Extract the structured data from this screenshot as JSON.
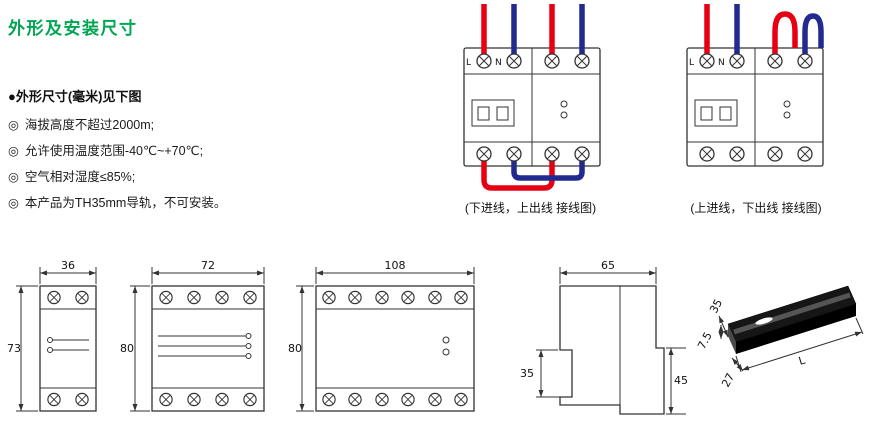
{
  "page": {
    "title": "外形及安装尺寸",
    "subtitle": "●外形尺寸(毫米)见下图",
    "bullet": "◎",
    "notes": [
      "海拔高度不超过2000m;",
      "允许使用温度范围-40℃~+70℃;",
      "空气相对湿度≤85%;",
      "本产品为TH35mm导轨，不可安装。"
    ]
  },
  "wiring": {
    "terminal_l": "L",
    "terminal_n": "N",
    "caption_bottom_in": "(下进线，上出线 接线图)",
    "caption_top_in": "(上进线，下出线 接线图)"
  },
  "dims": {
    "unit1": {
      "width": "36",
      "height": "73"
    },
    "unit2": {
      "width": "72",
      "height": "80"
    },
    "unit3": {
      "width": "108",
      "height": "80"
    },
    "profile": {
      "width": "65",
      "rail_recess": "35",
      "front": "45"
    },
    "rail": {
      "width": "35",
      "thickness": "7.5",
      "flange": "27",
      "length": "L"
    }
  },
  "colors": {
    "title_green": "#00A651",
    "wire_red": "#E60012",
    "wire_blue": "#232A8F"
  }
}
